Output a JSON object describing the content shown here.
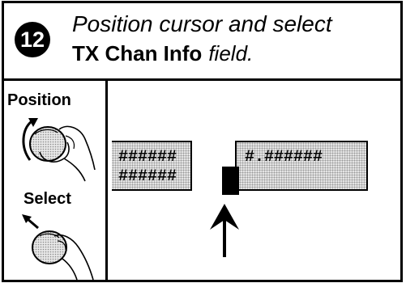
{
  "step": {
    "number": "12",
    "instruction_line1": "Position cursor and select",
    "field_name": "TX Chan Info",
    "field_suffix": "field."
  },
  "sidebar": {
    "position_label": "Position",
    "select_label": "Select",
    "icons": [
      "rotate-knob-icon",
      "press-knob-icon"
    ]
  },
  "display": {
    "left_field": [
      "######",
      "######"
    ],
    "right_field": "#.######",
    "cursor": "cursor-block",
    "pointer": "up-arrow-icon"
  }
}
